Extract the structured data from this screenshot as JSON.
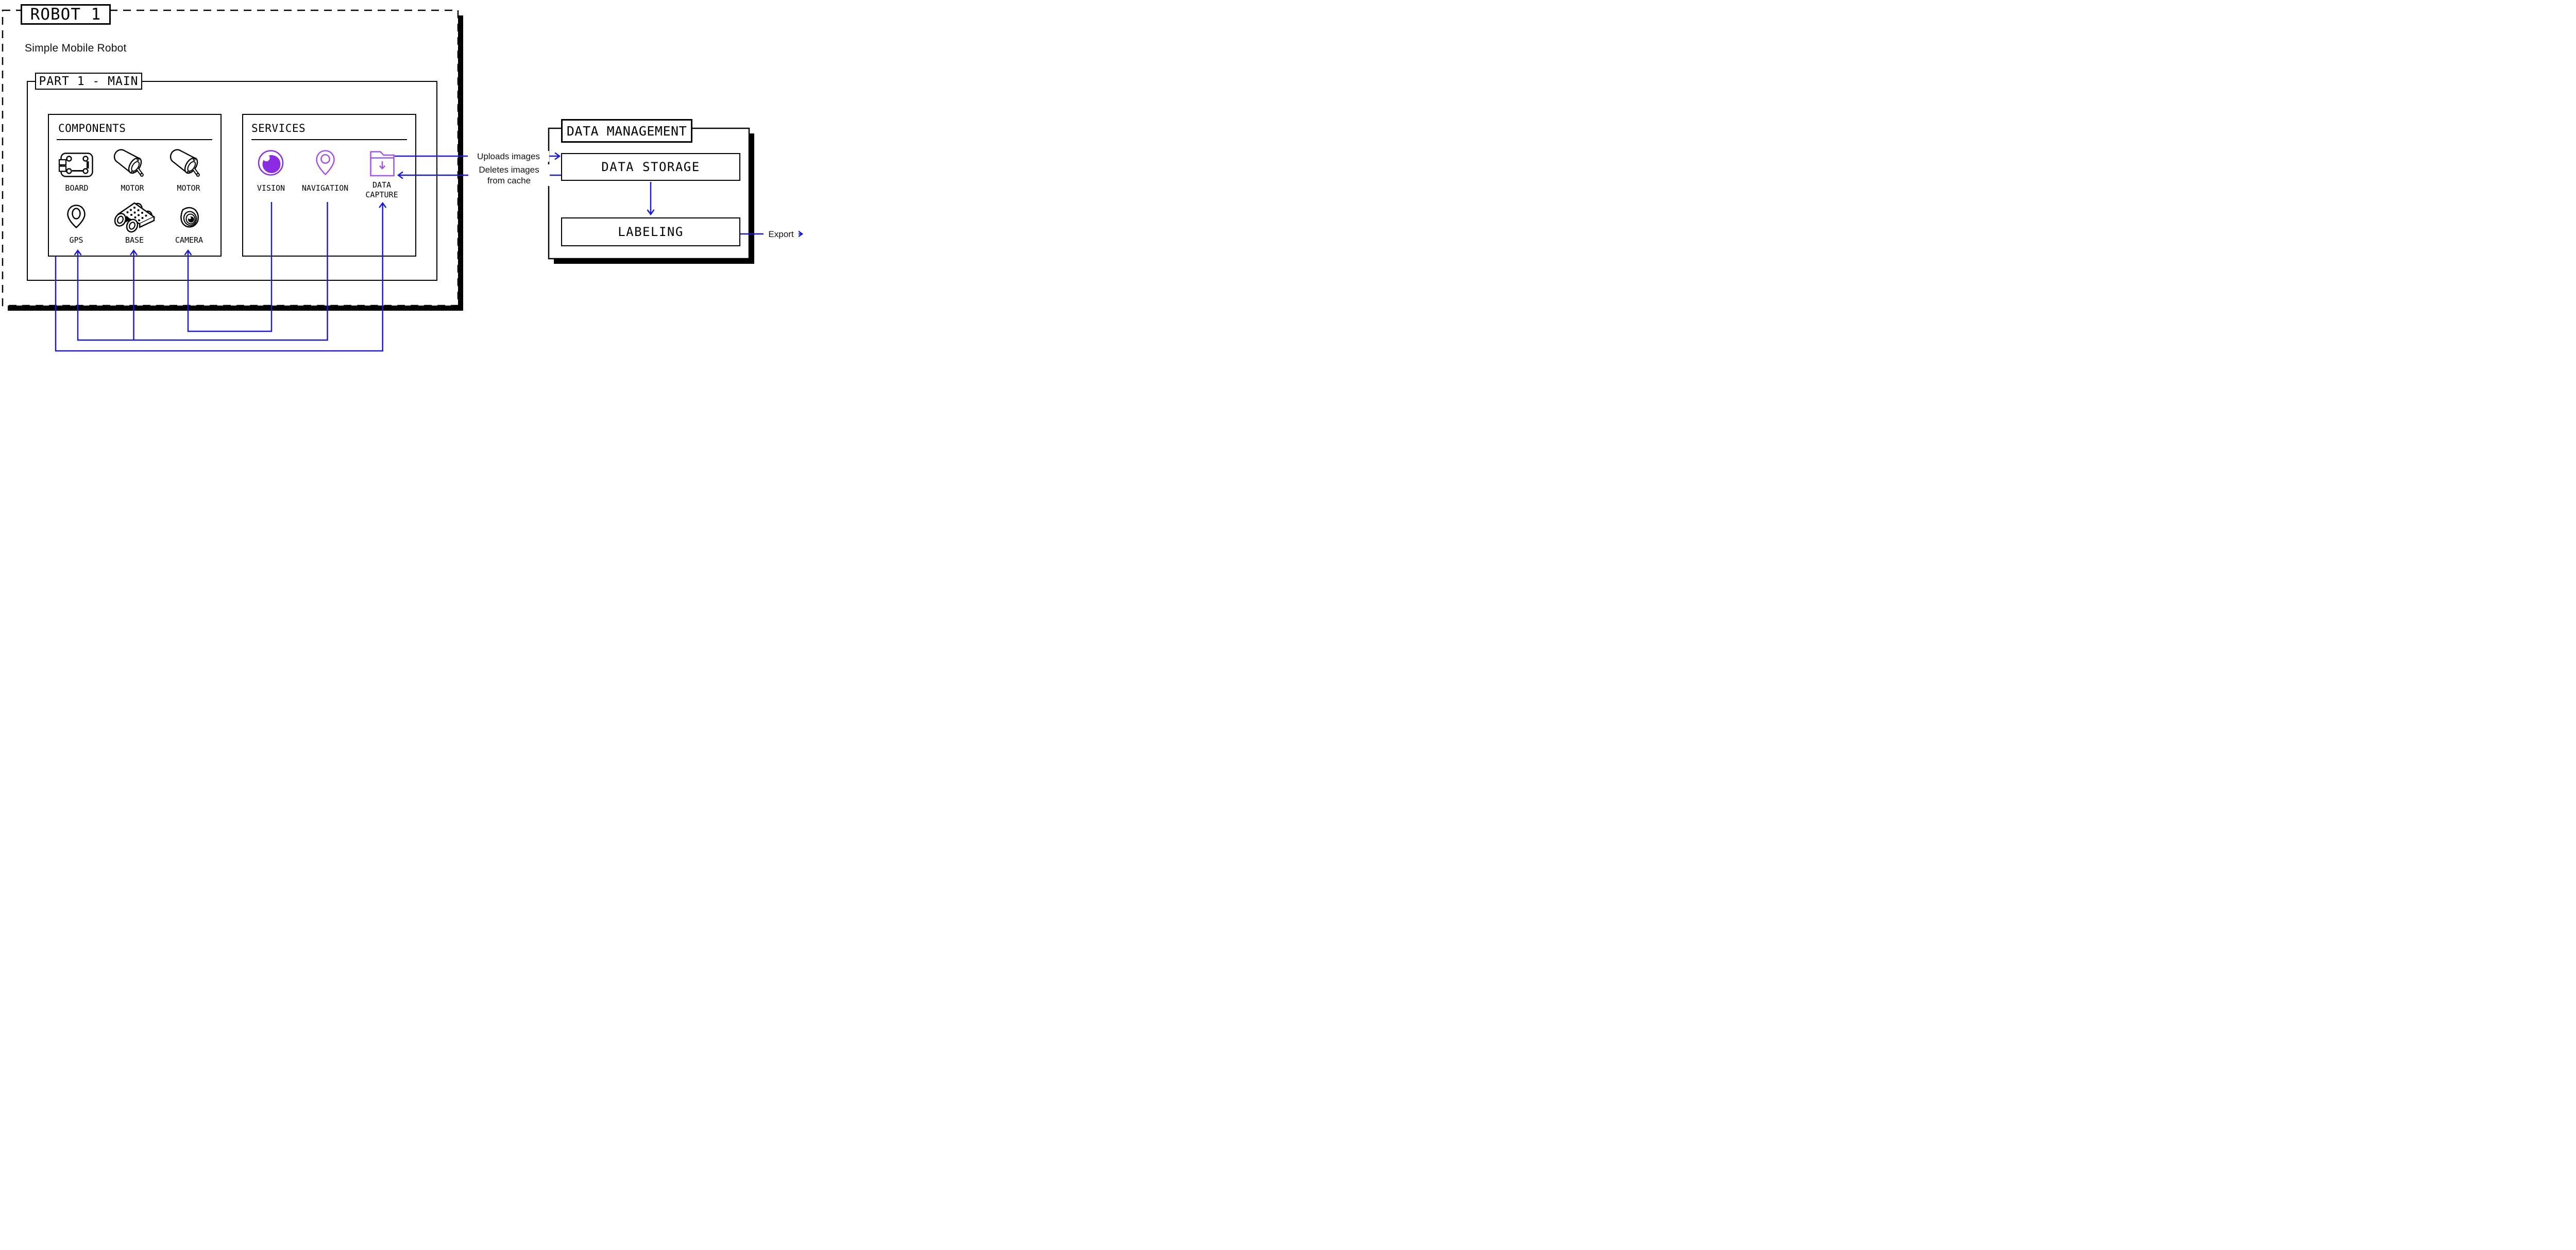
{
  "colors": {
    "line_blue": "#1a1ad6",
    "icon_purple": "#a750e8",
    "eye_iris_purple": "#8b2be2",
    "outline_black": "#000000"
  },
  "robot": {
    "title": "ROBOT 1",
    "subtitle": "Simple Mobile Robot",
    "part1": {
      "label": "PART 1 - MAIN",
      "components": {
        "title": "COMPONENTS",
        "items": [
          {
            "label": "BOARD",
            "icon": "circuit-board-icon"
          },
          {
            "label": "MOTOR",
            "icon": "motor-icon"
          },
          {
            "label": "MOTOR",
            "icon": "motor-icon"
          },
          {
            "label": "GPS",
            "icon": "map-pin-icon"
          },
          {
            "label": "BASE",
            "icon": "rover-base-icon"
          },
          {
            "label": "CAMERA",
            "icon": "camera-lens-icon"
          }
        ]
      },
      "services": {
        "title": "SERVICES",
        "items": [
          {
            "label": "VISION",
            "icon": "eye-icon"
          },
          {
            "label": "NAVIGATION",
            "icon": "map-pin-icon"
          },
          {
            "label_line1": "DATA",
            "label_line2": "CAPTURE",
            "icon": "folder-download-icon"
          }
        ]
      }
    }
  },
  "data_management": {
    "label": "DATA MANAGEMENT",
    "storage_label": "DATA STORAGE",
    "labeling_label": "LABELING"
  },
  "connector_labels": {
    "uploads": "Uploads images",
    "deletes_line1": "Deletes images",
    "deletes_line2": "from cache",
    "export": "Export"
  }
}
